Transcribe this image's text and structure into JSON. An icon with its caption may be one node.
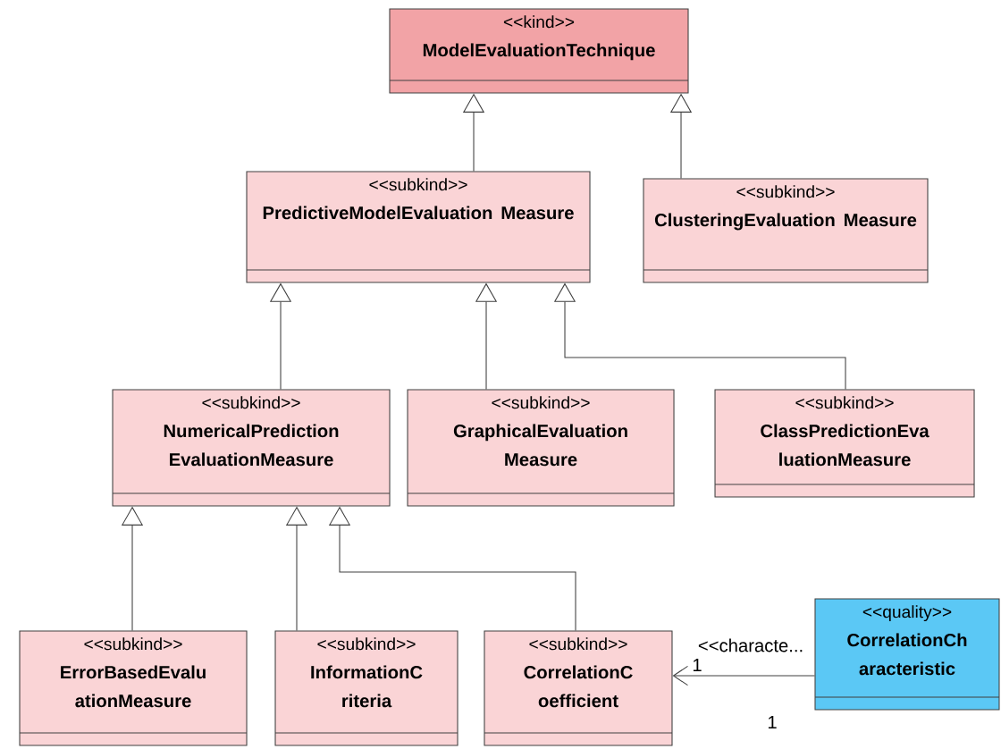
{
  "diagram": {
    "nodes": [
      {
        "text": [
          "<<kind>>",
          "ModelEvaluationTechnique"
        ]
      },
      {
        "text": [
          "<<subkind>>",
          "PredictiveModelEvaluation Measure"
        ]
      },
      {
        "text": [
          "<<subkind>>",
          "ClusteringEvaluation Measure"
        ]
      },
      {
        "text": [
          "<<subkind>>",
          "NumericalPrediction EvaluationMeasure"
        ]
      },
      {
        "text": [
          "<<subkind>>",
          "GraphicalEvaluation Measure"
        ]
      },
      {
        "text": [
          "<<subkind>>",
          "ClassPredictionEva luationMeasure"
        ]
      },
      {
        "text": [
          "<<subkind>>",
          "ErrorBasedEvalu ationMeasure"
        ]
      },
      {
        "text": [
          "<<subkind>>",
          "InformationC riteria"
        ]
      },
      {
        "text": [
          "<<subkind>>",
          "CorrelationC oefficient"
        ]
      },
      {
        "text": [
          "<<quality>>",
          "CorrelationCh aracteristic"
        ]
      }
    ],
    "edges": [
      {
        "from": 1,
        "to": 0,
        "arrow": "to"
      },
      {
        "from": 2,
        "to": 0,
        "arrow": "to"
      },
      {
        "from": 3,
        "to": 1,
        "arrow": "to"
      },
      {
        "from": 4,
        "to": 1,
        "arrow": "to"
      },
      {
        "from": 5,
        "to": 1,
        "arrow": "to"
      },
      {
        "from": 6,
        "to": 3,
        "arrow": "to"
      },
      {
        "from": 7,
        "to": 3,
        "arrow": "to"
      },
      {
        "from": 8,
        "to": 3,
        "arrow": "to"
      },
      {
        "from": 9,
        "to": 8,
        "arrow": "to",
        "label": "<<characte..."
      }
    ],
    "labels": [
      "1",
      "1"
    ]
  }
}
